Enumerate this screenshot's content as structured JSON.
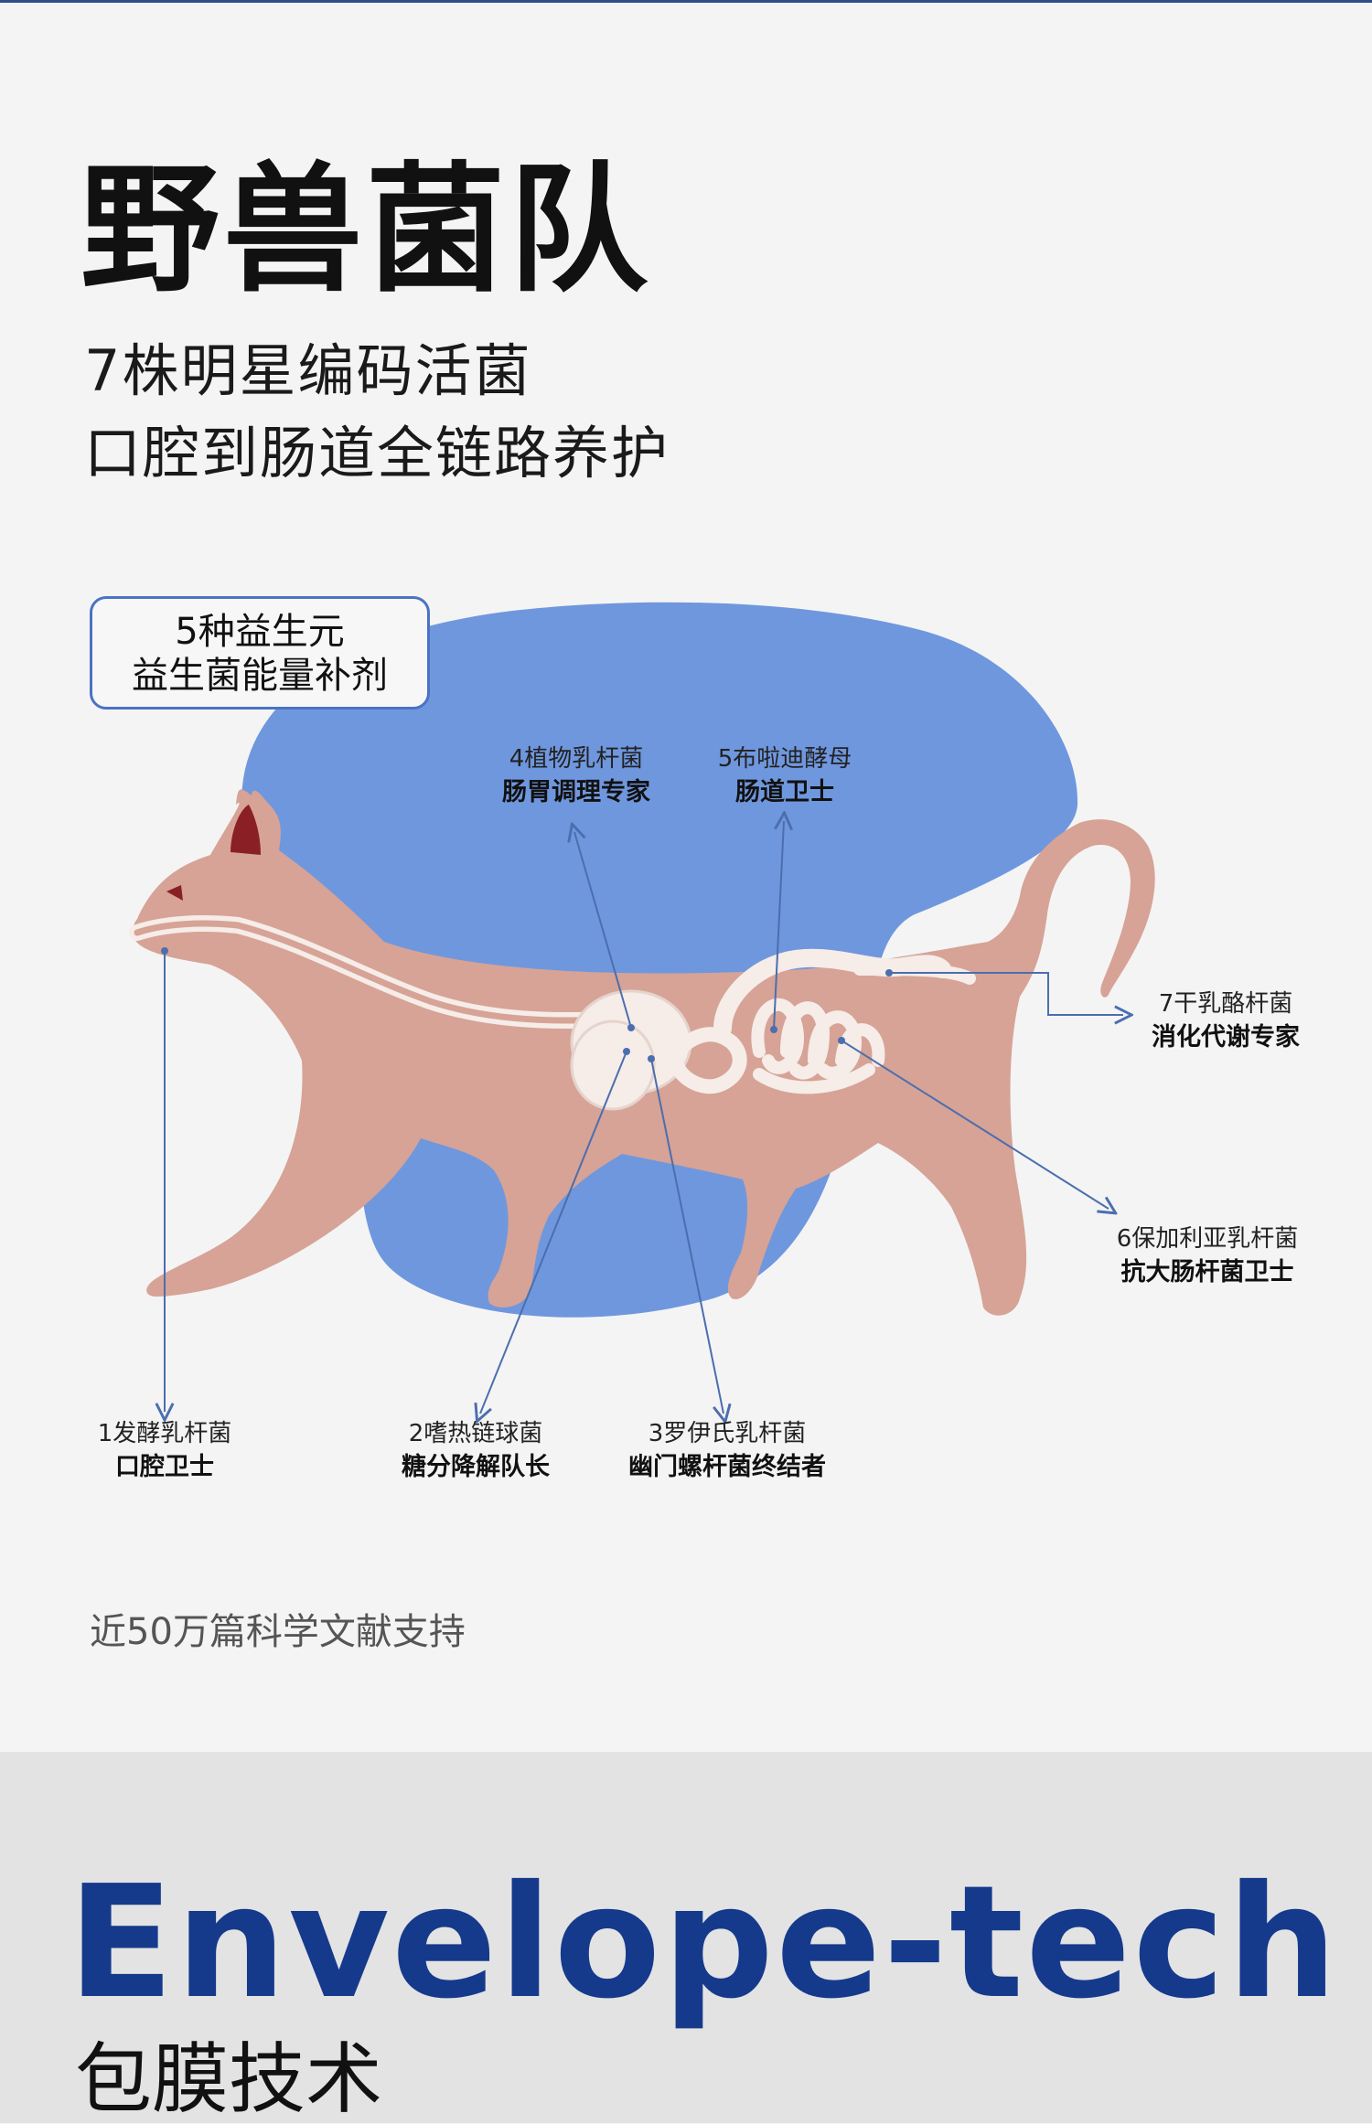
{
  "header": {
    "title": "野兽菌队",
    "subtitle_line1": "7株明星编码活菌",
    "subtitle_line2": "口腔到肠道全链路养护"
  },
  "badge": {
    "line1": "5种益生元",
    "line2": "益生菌能量补剂"
  },
  "labels": [
    {
      "name": "4植物乳杆菌",
      "role": "肠胃调理专家"
    },
    {
      "name": "5布啦迪酵母",
      "role": "肠道卫士"
    },
    {
      "name": "7干乳酪杆菌",
      "role": "消化代谢专家"
    },
    {
      "name": "6保加利亚乳杆菌",
      "role": "抗大肠杆菌卫士"
    },
    {
      "name": "1发酵乳杆菌",
      "role": "口腔卫士"
    },
    {
      "name": "2嗜热链球菌",
      "role": "糖分降解队长"
    },
    {
      "name": "3罗伊氏乳杆菌",
      "role": "幽门螺杆菌终结者"
    }
  ],
  "footnote": "近50万篇科学文献支持",
  "section2": {
    "title_en": "Envelope-tech",
    "title_cn": "包膜技术"
  },
  "colors": {
    "blob": "#6f97de",
    "cat": "#d6a396",
    "accent_blue": "#153a8c",
    "line": "#4b6eae"
  }
}
